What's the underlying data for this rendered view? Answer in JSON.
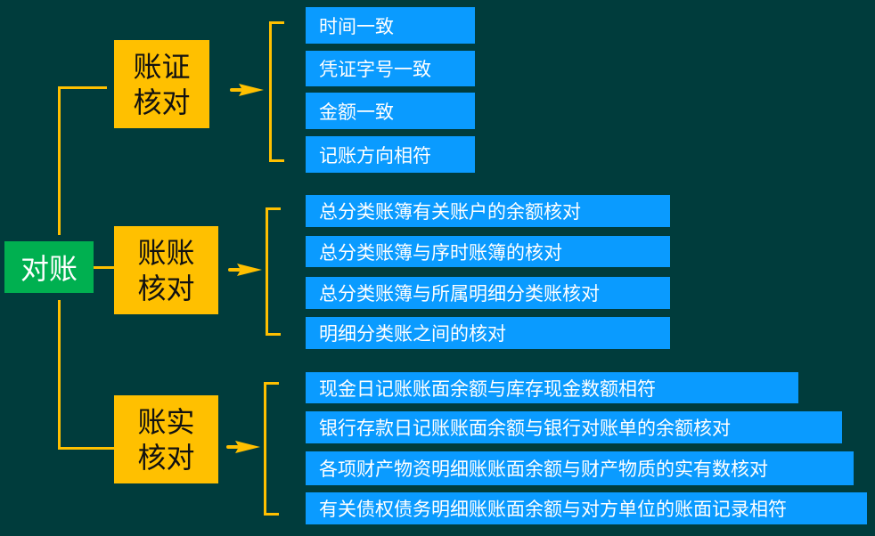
{
  "root": "对账",
  "colors": {
    "background": "#003c3c",
    "root": "#00b050",
    "category": "#ffc000",
    "item": "#0a9bff",
    "connector": "#ffc000"
  },
  "groups": [
    {
      "title_line1": "账证",
      "title_line2": "核对",
      "items": [
        "时间一致",
        "凭证字号一致",
        "金额一致",
        "记账方向相符"
      ]
    },
    {
      "title_line1": "账账",
      "title_line2": "核对",
      "items": [
        "总分类账簿有关账户的余额核对",
        "总分类账簿与序时账簿的核对",
        "总分类账簿与所属明细分类账核对",
        "明细分类账之间的核对"
      ]
    },
    {
      "title_line1": "账实",
      "title_line2": "核对",
      "items": [
        "现金日记账账面余额与库存现金数额相符",
        "银行存款日记账账面余额与银行对账单的余额核对",
        "各项财产物资明细账账面余额与财产物质的实有数核对",
        "有关债权债务明细账账面余额与对方单位的账面记录相符"
      ]
    }
  ]
}
